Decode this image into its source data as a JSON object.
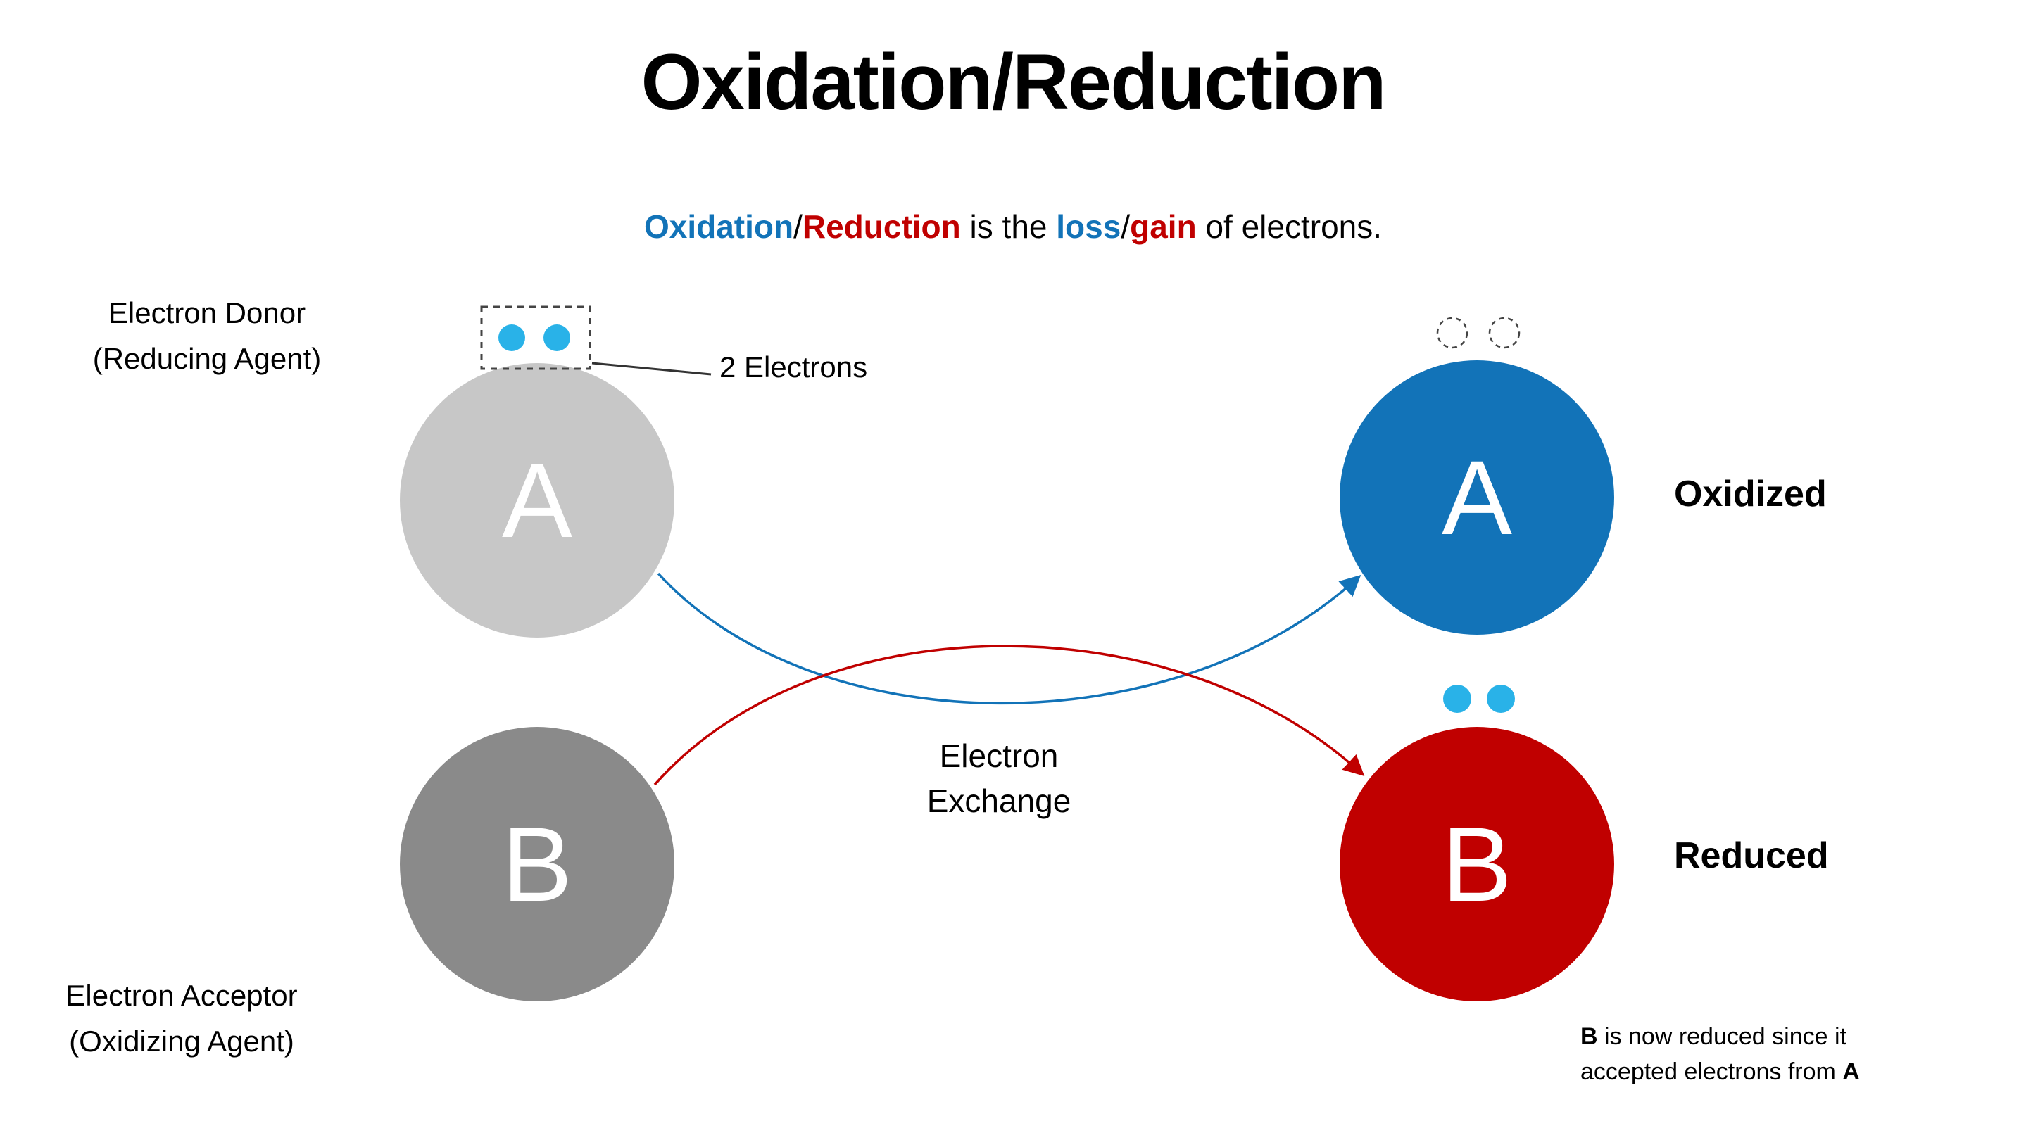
{
  "title": "Oxidation/Reduction",
  "subtitle": {
    "oxidation": "Oxidation",
    "slash1": "/",
    "reduction": "Reduction",
    "middle": " is the ",
    "loss": "loss",
    "slash2": "/",
    "gain": "gain",
    "suffix": " of electrons."
  },
  "labels": {
    "electron_donor_line1": "Electron Donor",
    "electron_donor_line2": "(Reducing Agent)",
    "electron_acceptor_line1": "Electron Acceptor",
    "electron_acceptor_line2": "(Oxidizing Agent)",
    "two_electrons": "2 Electrons",
    "electron_exchange_line1": "Electron",
    "electron_exchange_line2": "Exchange",
    "oxidized": "Oxidized",
    "reduced": "Reduced"
  },
  "atoms": {
    "donor": {
      "letter": "A",
      "color": "#c7c7c7"
    },
    "acceptor": {
      "letter": "B",
      "color": "#8a8a8a"
    },
    "oxidized": {
      "letter": "A",
      "color": "#1273b8"
    },
    "reduced": {
      "letter": "B",
      "color": "#c00000"
    }
  },
  "footnote": {
    "bold1": "B",
    "line1_text": " is now reduced since it",
    "line2_text": "accepted electrons from ",
    "bold2": "A"
  },
  "colors": {
    "electron_cyan": "#29b2e8",
    "arrow_blue": "#1273b8",
    "arrow_red": "#c00000",
    "dashed_outline": "#444444",
    "leader_line": "#333333"
  }
}
